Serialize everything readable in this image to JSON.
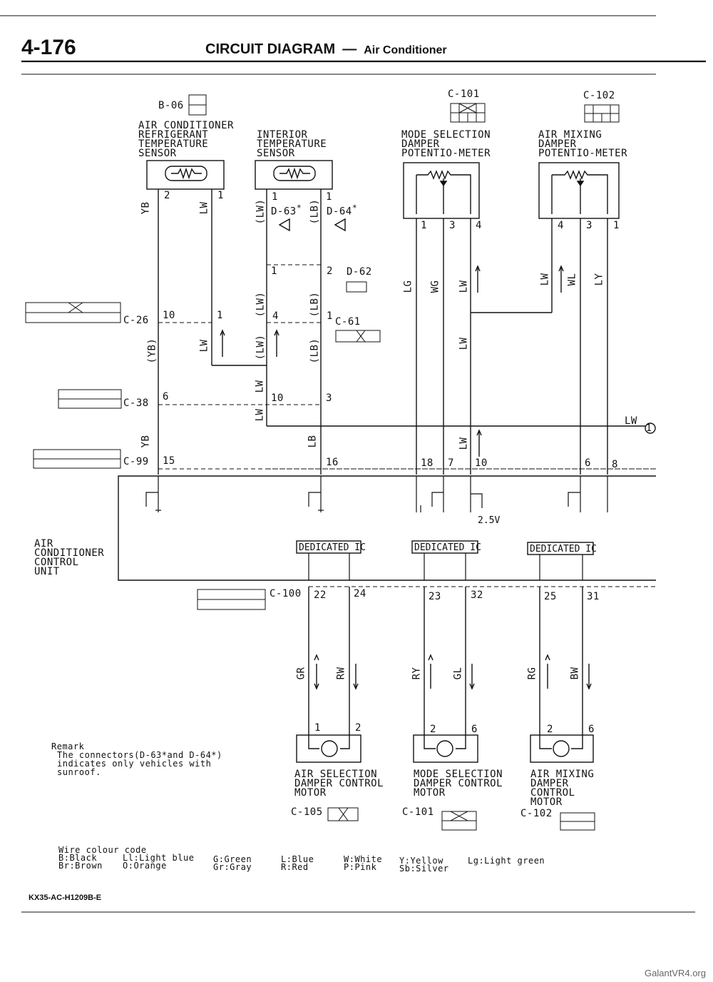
{
  "header": {
    "page_number": "4-176",
    "title": "CIRCUIT DIAGRAM",
    "separator": "—",
    "subtitle": "Air Conditioner"
  },
  "components": {
    "refrigerant_sensor": [
      "AIR CONDITIONER",
      "REFRIGERANT",
      "TEMPERATURE",
      "SENSOR"
    ],
    "interior_sensor": [
      "INTERIOR",
      "TEMPERATURE",
      "SENSOR"
    ],
    "mode_potentiometer": [
      "MODE SELECTION",
      "DAMPER",
      "POTENTIO-METER"
    ],
    "mixing_potentiometer": [
      "AIR MIXING",
      "DAMPER",
      "POTENTIO-METER"
    ],
    "control_unit": [
      "AIR",
      "CONDITIONER",
      "CONTROL",
      "UNIT"
    ],
    "air_selection_motor": [
      "AIR SELECTION",
      "DAMPER CONTROL",
      "MOTOR"
    ],
    "mode_selection_motor": [
      "MODE SELECTION",
      "DAMPER CONTROL",
      "MOTOR"
    ],
    "air_mixing_motor": [
      "AIR MIXING",
      "DAMPER",
      "CONTROL",
      "MOTOR"
    ],
    "dedicated_ic": "DEDICATED IC"
  },
  "connectors": {
    "b06": "B-06",
    "c101": "C-101",
    "c102": "C-102",
    "c26": "C-26",
    "c38": "C-38",
    "c99": "C-99",
    "c100": "C-100",
    "c105": "C-105",
    "c61": "C-61",
    "d62": "D-62",
    "d63": "D-63",
    "d64": "D-64",
    "star": "*"
  },
  "wires": {
    "yb": "YB",
    "yb_paren": "(YB)",
    "lw": "LW",
    "lw_paren": "(LW)",
    "lb": "LB",
    "lb_paren": "(LB)",
    "lg": "LG",
    "wg": "WG",
    "wl": "WL",
    "ly": "LY",
    "gr": "GR",
    "rw": "RW",
    "ry": "RY",
    "gl": "GL",
    "rg": "RG",
    "bw": "BW",
    "voltage": "2.5V",
    "ground_ref": "1"
  },
  "pins": {
    "s1_a": "2",
    "s1_b": "1",
    "s2_a": "1",
    "s2_b": "1",
    "pm_a": "1",
    "pm_b": "3",
    "pm_c": "4",
    "px_a": "4",
    "px_b": "3",
    "px_c": "1",
    "d62_a": "1",
    "d62_b": "2",
    "c61_a": "4",
    "c61_b": "1",
    "c26_a": "10",
    "c26_b": "1",
    "c38_a": "6",
    "c38_b": "10",
    "c38_c": "3",
    "c99_a": "15",
    "c99_b": "16",
    "c99_c": "18",
    "c99_d": "7",
    "c99_e": "10",
    "c99_f": "6",
    "c99_g": "8",
    "c100_a": "22",
    "c100_b": "24",
    "c100_c": "23",
    "c100_d": "32",
    "c100_e": "25",
    "c100_f": "31",
    "m1_a": "1",
    "m1_b": "2",
    "m2_a": "2",
    "m2_b": "6",
    "m3_a": "2",
    "m3_b": "6"
  },
  "remark": {
    "heading": "Remark",
    "lines": [
      "The connectors(D-63*and D-64*)",
      "indicates only vehicles with",
      "sunroof."
    ]
  },
  "legend": {
    "heading": "Wire colour code",
    "entries": [
      [
        "B:Black",
        "Br:Brown"
      ],
      [
        "Ll:Light blue",
        "O:Orange"
      ],
      [
        "G:Green",
        "Gr:Gray"
      ],
      [
        "L:Blue",
        "R:Red"
      ],
      [
        "W:White",
        "P:Pink"
      ],
      [
        "Y:Yellow",
        "Sb:Silver"
      ],
      [
        "Lg:Light green",
        ""
      ]
    ]
  },
  "footer": {
    "code": "KX35-AC-H1209B-E",
    "site": "GalantVR4.org"
  }
}
